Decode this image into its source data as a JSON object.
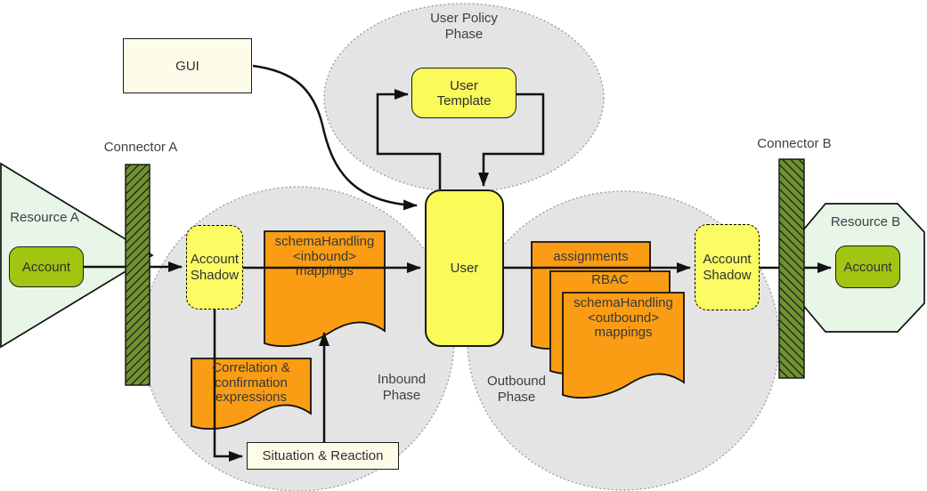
{
  "gui": {
    "label": "GUI"
  },
  "user": {
    "label": "User"
  },
  "user_policy_phase": {
    "label": "User Policy\nPhase",
    "user_template_label": "User\nTemplate"
  },
  "inbound_phase": {
    "label": "Inbound\nPhase",
    "account_shadow_label": "Account\nShadow",
    "mappings_doc_label": "schemaHandling\n<inbound>\nmappings",
    "correlation_doc_label": "Correlation &\nconfirmation\nexpressions",
    "situation_reaction_label": "Situation & Reaction"
  },
  "outbound_phase": {
    "label": "Outbound\nPhase",
    "assignments_doc_label": "assignments",
    "rbac_doc_label": "RBAC",
    "mappings_doc_label": "schemaHandling\n<outbound>\nmappings",
    "account_shadow_label": "Account\nShadow"
  },
  "resource_a": {
    "label": "Resource A",
    "account_label": "Account",
    "connector_label": "Connector A"
  },
  "resource_b": {
    "label": "Resource B",
    "account_label": "Account",
    "connector_label": "Connector B"
  },
  "colors": {
    "node_yellow": "#FAFA58",
    "doc_orange": "#FB9D14",
    "account_olive": "#A2C511",
    "resource_light_green": "#E7F6E7",
    "connector_green": "#6F9231",
    "phase_gray": "#E4E4E4",
    "cream": "#FDFCE8",
    "line_black": "#111111"
  }
}
